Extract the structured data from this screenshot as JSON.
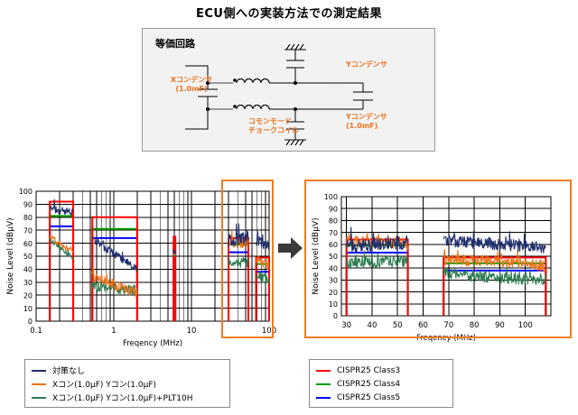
{
  "page": {
    "title": "ECU側への実装方法での測定結果"
  },
  "circuit": {
    "panel_title": "等価回路",
    "labels": {
      "x_cap_name": "Xコンデンサ",
      "x_cap_value": "(1.0mF)",
      "choke_line1": "コモンモード",
      "choke_line2": "チョークコイル",
      "y_cap_top": "Yコンデンサ",
      "y_cap_bottom_name": "Yコンデンサ",
      "y_cap_bottom_value": "(1.0mF)"
    },
    "accent_color": "#e8731d",
    "panel_bg": "#f2f2f2"
  },
  "arrow": {
    "name": "right-arrow",
    "color": "#3a3a3a"
  },
  "highlight": {
    "color": "#f07d1c",
    "label": "zoom-region"
  },
  "legend_left": {
    "items": [
      {
        "label": "対策なし",
        "color": "#1f2f6e"
      },
      {
        "label": "Xコン(1.0μF) Yコン(1.0μF)",
        "color": "#ee7219"
      },
      {
        "label": "Xコン(1.0μF) Yコン(1.0μF)+PLT10H",
        "color": "#2e7d52"
      }
    ]
  },
  "legend_right": {
    "items": [
      {
        "label": "CISPR25 Class3",
        "color": "#ff0000"
      },
      {
        "label": "CISPR25 Class4",
        "color": "#00a000"
      },
      {
        "label": "CISPR25 Class5",
        "color": "#0000ff"
      }
    ]
  },
  "chart_data": [
    {
      "type": "line",
      "name": "left-chart",
      "title": "",
      "xlabel": "Freqency (MHz)",
      "ylabel": "Noise Level (dBμV)",
      "xscale": "log",
      "xlim": [
        0.1,
        100
      ],
      "ylim": [
        0,
        100
      ],
      "yticks": [
        0,
        10,
        20,
        30,
        40,
        50,
        60,
        70,
        80,
        90,
        100
      ],
      "xticks": [
        0.1,
        1,
        10,
        100
      ],
      "xticklabels": [
        "0.1",
        "1",
        "10",
        "100"
      ],
      "grid": true,
      "legend_position": "below",
      "bands": [
        {
          "name": "band-0.15-0.30MHz",
          "x_start": 0.15,
          "x_end": 0.3,
          "limits": {
            "class3": 92,
            "class4": 81,
            "class5": 73
          },
          "series": [
            {
              "name": "対策なし",
              "color": "#1f2f6e",
              "start": 86,
              "end": 84,
              "noise": 3
            },
            {
              "name": "Xコン(1.0μF) Yコン(1.0μF)",
              "color": "#ee7219",
              "start": 64,
              "end": 53,
              "noise": 2
            },
            {
              "name": "Xコン(1.0μF) Yコン(1.0μF)+PLT10H",
              "color": "#2e7d52",
              "start": 63,
              "end": 48,
              "noise": 2
            }
          ]
        },
        {
          "name": "band-0.53-2.0MHz",
          "x_start": 0.53,
          "x_end": 2.0,
          "limits": {
            "class3": 80,
            "class4": 71,
            "class5": 64
          },
          "series": [
            {
              "name": "対策なし",
              "color": "#1f2f6e",
              "start": 63,
              "end": 40,
              "noise": 3
            },
            {
              "name": "Xコン(1.0μF) Yコン(1.0μF)",
              "color": "#ee7219",
              "start": 35,
              "end": 21,
              "noise": 4
            },
            {
              "name": "Xコン(1.0μF) Yコン(1.0μF)+PLT10H",
              "color": "#2e7d52",
              "start": 26,
              "end": 24,
              "noise": 4
            }
          ]
        },
        {
          "name": "band-5.9-6.2MHz",
          "x_start": 5.9,
          "x_end": 6.2,
          "limits": {
            "class3": 65,
            "class4": 60,
            "class5": 55
          },
          "series": [
            {
              "name": "対策なし",
              "color": "#1f2f6e",
              "start": 53,
              "end": 53,
              "noise": 1
            },
            {
              "name": "Xコン(1.0μF) Yコン(1.0μF)",
              "color": "#ee7219",
              "start": 52,
              "end": 52,
              "noise": 1
            },
            {
              "name": "Xコン(1.0μF) Yコン(1.0μF)+PLT10H",
              "color": "#2e7d52",
              "start": 51,
              "end": 51,
              "noise": 1
            }
          ]
        },
        {
          "name": "band-30-54MHz",
          "x_start": 30,
          "x_end": 54,
          "limits": {
            "class3": 64,
            "class4": 59,
            "class5": 53
          },
          "series": [
            {
              "name": "対策なし",
              "color": "#1f2f6e",
              "start": 62,
              "end": 64,
              "noise": 5
            },
            {
              "name": "Xコン(1.0μF) Yコン(1.0μF)",
              "color": "#ee7219",
              "start": 61,
              "end": 60,
              "noise": 4
            },
            {
              "name": "Xコン(1.0μF) Yコン(1.0μF)+PLT10H",
              "color": "#2e7d52",
              "start": 46,
              "end": 45,
              "noise": 4
            }
          ]
        },
        {
          "name": "band-68-108MHz",
          "x_start": 68,
          "x_end": 108,
          "limits": {
            "class3": 49,
            "class4": 44,
            "class5": 38
          },
          "series": [
            {
              "name": "対策なし",
              "color": "#1f2f6e",
              "start": 62,
              "end": 58,
              "noise": 4
            },
            {
              "name": "Xコン(1.0μF) Yコン(1.0μF)",
              "color": "#ee7219",
              "start": 48,
              "end": 43,
              "noise": 4
            },
            {
              "name": "Xコン(1.0μF) Yコン(1.0μF)+PLT10H",
              "color": "#2e7d52",
              "start": 36,
              "end": 31,
              "noise": 4
            }
          ]
        }
      ]
    },
    {
      "type": "line",
      "name": "right-chart",
      "title": "",
      "xlabel": "Freqency (MHz)",
      "ylabel": "Noise Level (dBμV)",
      "xscale": "linear",
      "xlim": [
        28,
        110
      ],
      "ylim": [
        0,
        100
      ],
      "yticks": [
        0,
        10,
        20,
        30,
        40,
        50,
        60,
        70,
        80,
        90,
        100
      ],
      "xticks": [
        30,
        40,
        50,
        60,
        70,
        80,
        90,
        100
      ],
      "xticklabels": [
        "30",
        "40",
        "50",
        "60",
        "70",
        "80",
        "90",
        "100"
      ],
      "grid": true,
      "legend_position": "below",
      "bands": [
        {
          "name": "band-30-54MHz",
          "x_start": 30,
          "x_end": 54,
          "limits": {
            "class3": 64,
            "class4": 59,
            "class5": 53
          },
          "series": [
            {
              "name": "対策なし",
              "color": "#1f2f6e",
              "start": 58,
              "end": 62,
              "noise": 6
            },
            {
              "name": "Xコン(1.0μF) Yコン(1.0μF)",
              "color": "#ee7219",
              "start": 62,
              "end": 61,
              "noise": 5
            },
            {
              "name": "Xコン(1.0μF) Yコン(1.0μF)+PLT10H",
              "color": "#2e7d52",
              "start": 44,
              "end": 46,
              "noise": 5
            }
          ]
        },
        {
          "name": "band-68-108MHz",
          "x_start": 68,
          "x_end": 108,
          "limits": {
            "class3": 49,
            "class4": 44,
            "class5": 38
          },
          "series": [
            {
              "name": "対策なし",
              "color": "#1f2f6e",
              "start": 63,
              "end": 57,
              "noise": 5
            },
            {
              "name": "Xコン(1.0μF) Yコン(1.0μF)",
              "color": "#ee7219",
              "start": 48,
              "end": 42,
              "noise": 5
            },
            {
              "name": "Xコン(1.0μF) Yコン(1.0μF)+PLT10H",
              "color": "#2e7d52",
              "start": 35,
              "end": 30,
              "noise": 5
            }
          ]
        }
      ]
    }
  ]
}
